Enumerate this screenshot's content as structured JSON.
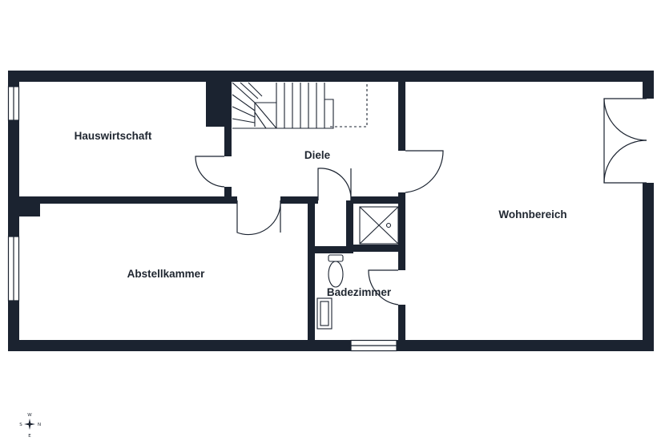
{
  "floorplan": {
    "rooms": {
      "hauswirtschaft": "Hauswirtschaft",
      "diele": "Diele",
      "abstellkammer": "Abstellkammer",
      "badezimmer": "Badezimmer",
      "wohnbereich": "Wohnbereich"
    },
    "colors": {
      "wall": "#1b2330",
      "background": "#ffffff",
      "thin_line": "#1b2330"
    }
  },
  "compass": {
    "north": "N",
    "south": "S",
    "east": "E",
    "west": "W"
  }
}
